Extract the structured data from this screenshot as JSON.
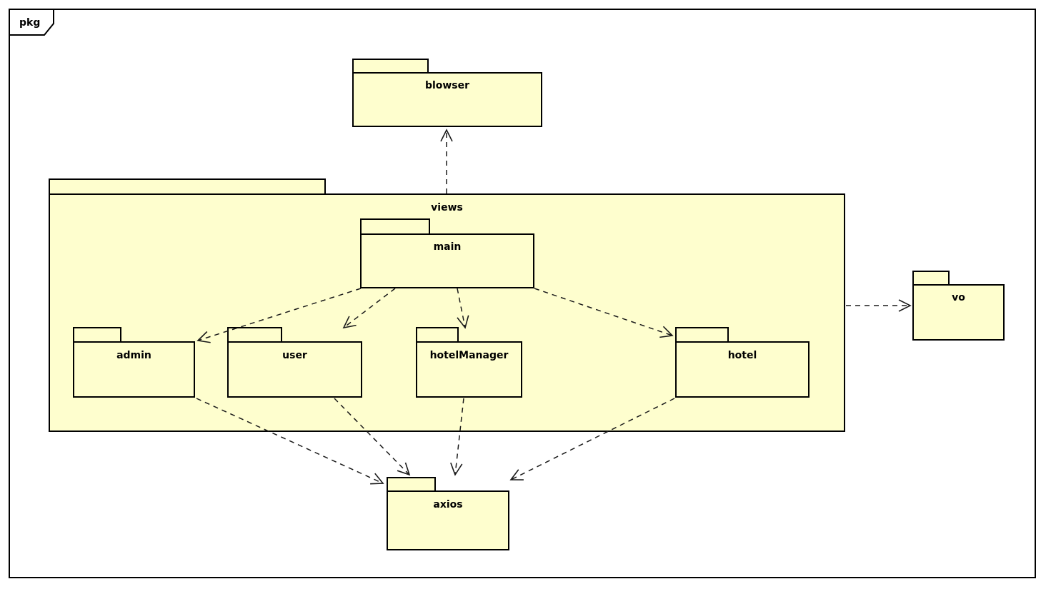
{
  "frame": {
    "kind": "uml-package-diagram-frame",
    "label": "pkg"
  },
  "diagram": {
    "packages": {
      "blowser": {
        "label": "blowser"
      },
      "views": {
        "label": "views"
      },
      "main": {
        "label": "main"
      },
      "admin": {
        "label": "admin"
      },
      "user": {
        "label": "user"
      },
      "hotelManager": {
        "label": "hotelManager"
      },
      "hotel": {
        "label": "hotel"
      },
      "vo": {
        "label": "vo"
      },
      "axios": {
        "label": "axios"
      }
    },
    "containment": {
      "views": [
        "main",
        "admin",
        "user",
        "hotelManager",
        "hotel"
      ]
    },
    "edges": [
      {
        "from": "views",
        "to": "blowser",
        "style": "dashed",
        "arrow": "open"
      },
      {
        "from": "views",
        "to": "vo",
        "style": "dashed",
        "arrow": "open"
      },
      {
        "from": "main",
        "to": "admin",
        "style": "dashed",
        "arrow": "open"
      },
      {
        "from": "main",
        "to": "user",
        "style": "dashed",
        "arrow": "open"
      },
      {
        "from": "main",
        "to": "hotelManager",
        "style": "dashed",
        "arrow": "open"
      },
      {
        "from": "main",
        "to": "hotel",
        "style": "dashed",
        "arrow": "open"
      },
      {
        "from": "admin",
        "to": "axios",
        "style": "dashed",
        "arrow": "open"
      },
      {
        "from": "user",
        "to": "axios",
        "style": "dashed",
        "arrow": "open"
      },
      {
        "from": "hotelManager",
        "to": "axios",
        "style": "dashed",
        "arrow": "open"
      },
      {
        "from": "hotel",
        "to": "axios",
        "style": "dashed",
        "arrow": "open"
      }
    ],
    "colors": {
      "package_fill": "#FEFECE",
      "border": "#000000",
      "connector": "#1a1a1a",
      "background": "#FFFFFF"
    }
  }
}
